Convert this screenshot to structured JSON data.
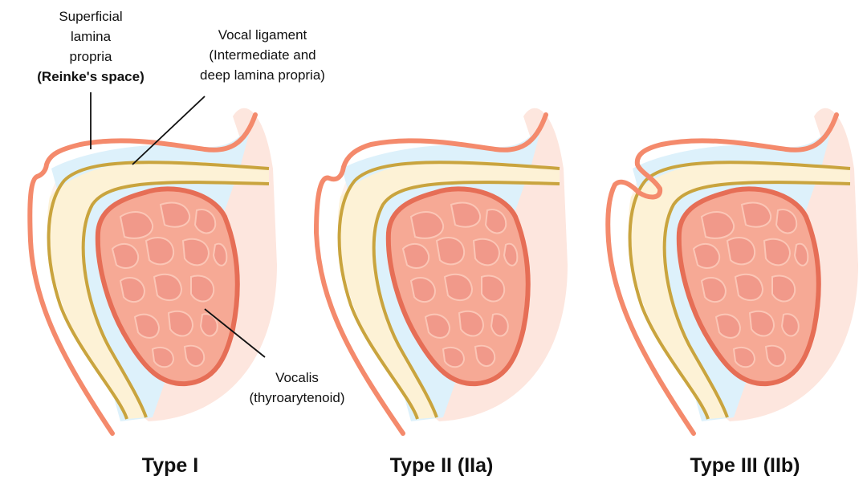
{
  "colors": {
    "epithelium": "#f48a6c",
    "reinke_space": "#ddf1fb",
    "ligament_line": "#c9a43e",
    "ligament_fill": "#fdf2d6",
    "background_tissue": "#fde6de",
    "vocalis_fill": "#f6a995",
    "vocalis_outline": "#e66e56",
    "muscle_fibers": "#f1998a"
  },
  "labels": {
    "superficial": {
      "line1": "Superficial",
      "line2": "lamina",
      "line3": "propria",
      "line4": "(Reinke's space)"
    },
    "ligament": {
      "line1": "Vocal ligament",
      "line2": "(Intermediate and",
      "line3": "deep lamina propria)"
    },
    "vocalis": {
      "line1": "Vocalis",
      "line2": "(thyroarytenoid)"
    }
  },
  "panels": [
    {
      "title": "Type I"
    },
    {
      "title": "Type II (IIa)"
    },
    {
      "title": "Type III (IIb)"
    }
  ]
}
